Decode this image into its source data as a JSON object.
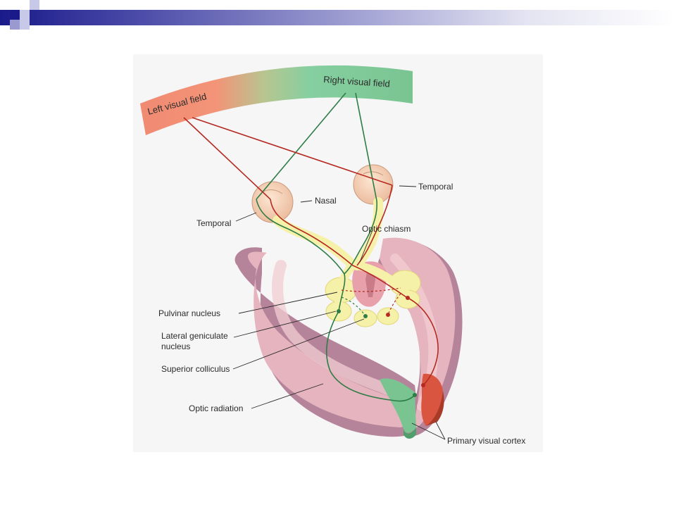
{
  "field_labels": {
    "left": "Left visual field",
    "right": "Right visual field"
  },
  "labels": {
    "temporal_left": "Temporal",
    "temporal_right": "Temporal",
    "nasal": "Nasal",
    "optic_chiasm": "Optic chiasm",
    "pulvinar": "Pulvinar nucleus",
    "lgn_line1": "Lateral geniculate",
    "lgn_line2": "nucleus",
    "superior_colliculus": "Superior colliculus",
    "optic_radiation": "Optic radiation",
    "primary_visual_cortex": "Primary visual cortex"
  },
  "colors": {
    "left_field": "#f08a72",
    "right_field": "#7ac492",
    "green_pathway": "#2e7d46",
    "red_pathway": "#b52a22",
    "brain": "#e6b4be",
    "brain_side": "#b6849a",
    "thalamus": "#f6f1a8"
  }
}
